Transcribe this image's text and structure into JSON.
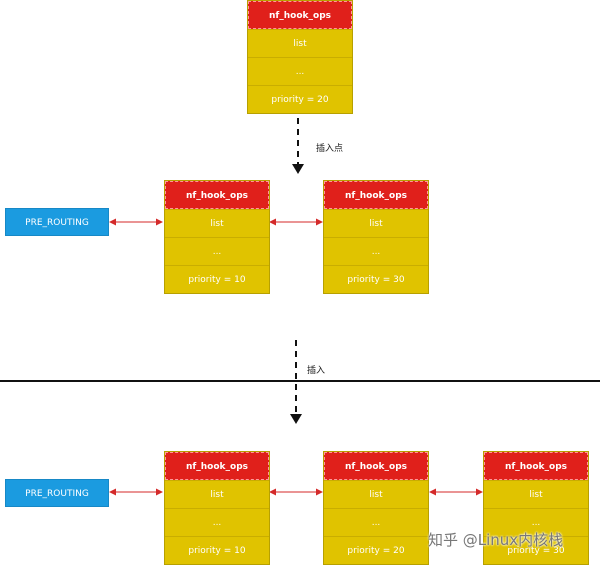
{
  "top_node": {
    "title": "nf_hook_ops",
    "list": "list",
    "dots": "...",
    "priority": "priority = 20"
  },
  "insert_point_label": "插入点",
  "middle": {
    "pre_routing": "PRE_ROUTING",
    "nodes": [
      {
        "title": "nf_hook_ops",
        "list": "list",
        "dots": "...",
        "priority": "priority = 10"
      },
      {
        "title": "nf_hook_ops",
        "list": "list",
        "dots": "...",
        "priority": "priority = 30"
      }
    ]
  },
  "insert_label": "插入",
  "bottom": {
    "pre_routing": "PRE_ROUTING",
    "nodes": [
      {
        "title": "nf_hook_ops",
        "list": "list",
        "dots": "...",
        "priority": "priority = 10"
      },
      {
        "title": "nf_hook_ops",
        "list": "list",
        "dots": "...",
        "priority": "priority = 20"
      },
      {
        "title": "nf_hook_ops",
        "list": "list",
        "dots": "...",
        "priority": "priority = 30"
      }
    ]
  },
  "watermark": "知乎 @Linux内核栈",
  "colors": {
    "header": "#e0201b",
    "cell": "#e0c300",
    "pre_routing": "#1b9be0",
    "link": "#d42a2a"
  }
}
